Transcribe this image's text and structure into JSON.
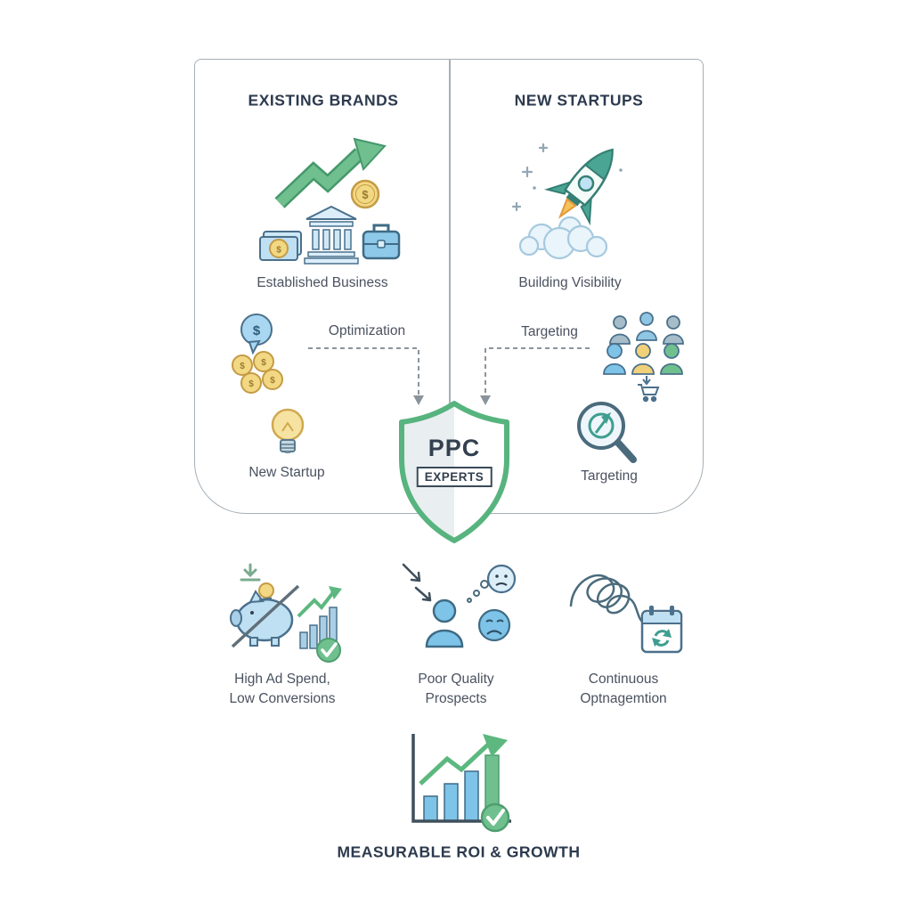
{
  "colors": {
    "green": "#5cb87f",
    "teal": "#3f9e8f",
    "blue": "#7ec3e8",
    "light_blue": "#bfe0f2",
    "gold": "#f0d078",
    "outline": "#4a708c",
    "text_dark": "#2c3a4e",
    "text_body": "#4a5260",
    "frame_border": "#a5afb6"
  },
  "panels": {
    "left": {
      "title": "EXISTING BRANDS",
      "caption_top": "Established Business",
      "connector_label": "Optimization",
      "caption_bottom": "New Startup"
    },
    "right": {
      "title": "NEW STARTUPS",
      "caption_top": "Building Visibility",
      "connector_label": "Targeting",
      "caption_bottom": "Targeting"
    }
  },
  "shield": {
    "line1": "PPC",
    "line2": "EXPERTS"
  },
  "pain_points": [
    {
      "line1": "High Ad Spend,",
      "line2": "Low Conversions"
    },
    {
      "line1": "Poor Quality",
      "line2": "Prospects"
    },
    {
      "line1": "Continuous",
      "line2": "Optnagemtion"
    }
  ],
  "footer": {
    "label": "MEASURABLE ROI & GROWTH"
  },
  "icons": {
    "currency_symbol": "$"
  }
}
